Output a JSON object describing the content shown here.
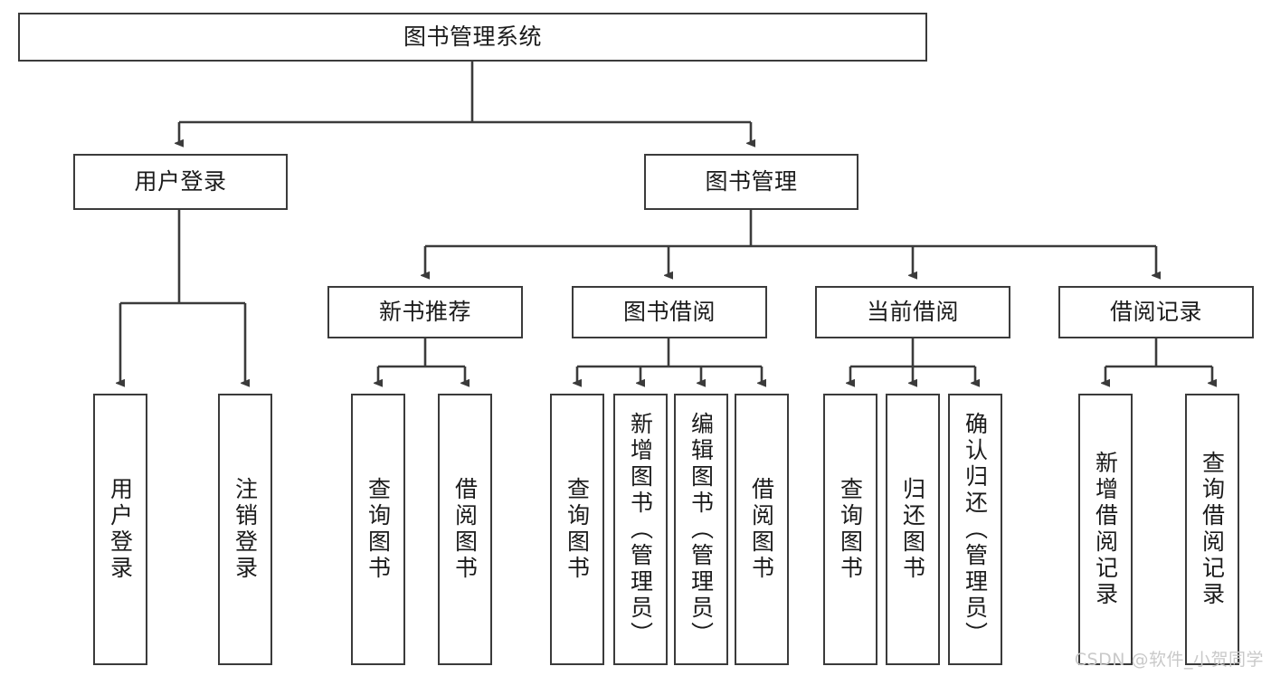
{
  "diagram": {
    "title": "图书管理系统",
    "watermark": "CSDN @软件_小贺同学",
    "colors": {
      "stroke": "#3b3b3b",
      "fill": "#ffffff",
      "text": "#1b1b1b",
      "watermark": "#c9c9c9"
    },
    "nodes": {
      "root": {
        "label": "图书管理系统"
      },
      "level2": [
        {
          "label": "用户登录"
        },
        {
          "label": "图书管理"
        }
      ],
      "level3": [
        {
          "label": "新书推荐"
        },
        {
          "label": "图书借阅"
        },
        {
          "label": "当前借阅"
        },
        {
          "label": "借阅记录"
        }
      ],
      "leaves_user_login": [
        {
          "label": "用户登录"
        },
        {
          "label": "注销登录"
        }
      ],
      "leaves_new_book": [
        {
          "label": "查询图书"
        },
        {
          "label": "借阅图书"
        }
      ],
      "leaves_borrow": [
        {
          "label": "查询图书"
        },
        {
          "label": "新增图书（管理员）"
        },
        {
          "label": "编辑图书（管理员）"
        },
        {
          "label": "借阅图书"
        }
      ],
      "leaves_current": [
        {
          "label": "查询图书"
        },
        {
          "label": "归还图书"
        },
        {
          "label": "确认归还（管理员）"
        }
      ],
      "leaves_records": [
        {
          "label": "新增借阅记录"
        },
        {
          "label": "查询借阅记录"
        }
      ]
    }
  }
}
